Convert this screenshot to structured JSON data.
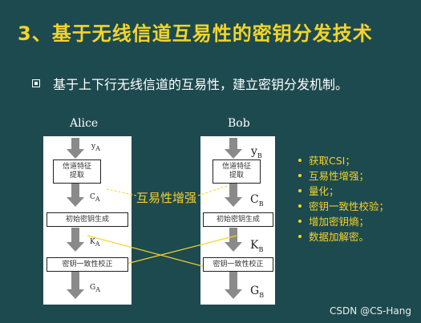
{
  "slide": {
    "title": "3、基于无线信道互易性的密钥分发技术",
    "bullet": "基于上下行无线信道的互易性，建立密钥分发机制。"
  },
  "diagram": {
    "alice": {
      "label": "Alice",
      "y": "y",
      "y_sub": "A",
      "box1": "信道特征\n提取",
      "c": "C",
      "c_sub": "A",
      "box2": "初始密钥生成",
      "k": "K",
      "k_sub": "A",
      "box3": "密钥一致性校正",
      "g": "G",
      "g_sub": "A"
    },
    "bob": {
      "label": "Bob",
      "y": "y",
      "y_sub": "B",
      "box1": "信道特征\n提取",
      "c": "C",
      "c_sub": "B",
      "box2": "初始密钥生成",
      "k": "K",
      "k_sub": "B",
      "box3": "密钥一致性校正",
      "g": "G",
      "g_sub": "B"
    },
    "enhancement_label": "互易性增强"
  },
  "steps": [
    "获取CSI；",
    "互易性增强；",
    "量化；",
    "密钥一致性校验；",
    "增加密钥熵；",
    "数据加解密。"
  ],
  "watermark": "CSDN @CS-Hang",
  "colors": {
    "background": "#1d4a4f",
    "accent": "#f3d42b",
    "text": "#ffffff",
    "arrow": "#8a8a8a"
  }
}
